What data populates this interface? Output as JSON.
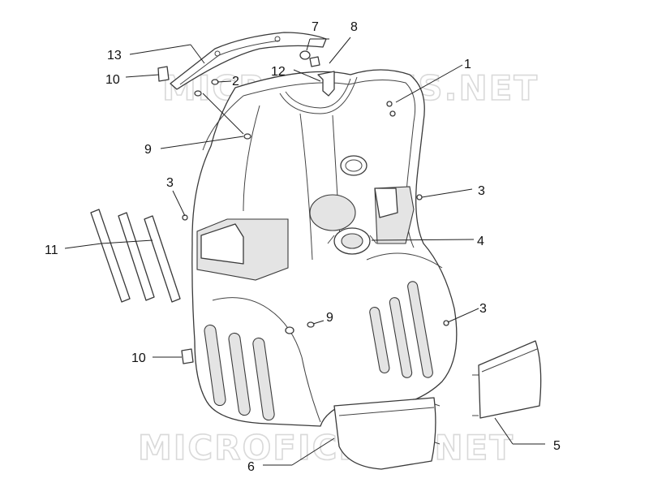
{
  "watermark": "MICROFICHES.NET",
  "callouts": [
    {
      "label": "1"
    },
    {
      "label": "2"
    },
    {
      "label": "3"
    },
    {
      "label": "3"
    },
    {
      "label": "3"
    },
    {
      "label": "4"
    },
    {
      "label": "5"
    },
    {
      "label": "6"
    },
    {
      "label": "7"
    },
    {
      "label": "8"
    },
    {
      "label": "9"
    },
    {
      "label": "9"
    },
    {
      "label": "10"
    },
    {
      "label": "10"
    },
    {
      "label": "11"
    },
    {
      "label": "12"
    },
    {
      "label": "13"
    }
  ]
}
